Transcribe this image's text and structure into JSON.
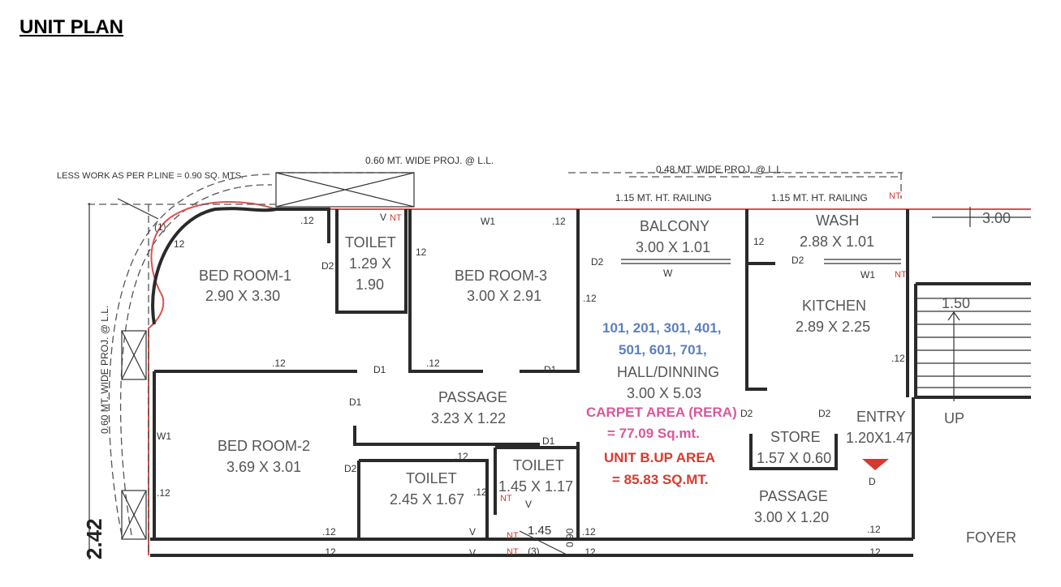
{
  "title": "UNIT PLAN",
  "annotations": {
    "less_work": "LESS WORK AS PER P.LINE = 0.90 SQ. MTS.",
    "proj_top_left": "0.60 MT. WIDE PROJ. @ L.L.",
    "proj_top_right": "0.48 MT. WIDE PROJ. @ L.L.",
    "proj_left": "0.60 MT. WIDE PROJ. @ L.L.",
    "railing_1": "1.15 MT. HT. RAILING",
    "railing_2": "1.15 MT. HT. RAILING",
    "dim_2_42": "2.42",
    "dim_3_00": "3.00",
    "dim_1_50": "1.50",
    "up": "UP"
  },
  "rooms": {
    "bed1": {
      "name": "BED ROOM-1",
      "size": "2.90 X 3.30"
    },
    "toilet1": {
      "name": "TOILET",
      "size_a": "1.29 X",
      "size_b": "1.90"
    },
    "bed3": {
      "name": "BED ROOM-3",
      "size": "3.00 X 2.91"
    },
    "balcony": {
      "name": "BALCONY",
      "size": "3.00 X 1.01"
    },
    "wash": {
      "name": "WASH",
      "size": "2.88 X 1.01"
    },
    "kitchen": {
      "name": "KITCHEN",
      "size": "2.89 X 2.25"
    },
    "hall": {
      "name": "HALL/DINNING",
      "size": "3.00 X 5.03"
    },
    "passage1": {
      "name": "PASSAGE",
      "size": "3.23 X 1.22"
    },
    "bed2": {
      "name": "BED ROOM-2",
      "size": "3.69 X 3.01"
    },
    "toilet2": {
      "name": "TOILET",
      "size": "2.45 X 1.67"
    },
    "toilet3": {
      "name": "TOILET",
      "size": "1.45 X 1.17"
    },
    "store": {
      "name": "STORE",
      "size": "1.57 X 0.60"
    },
    "entry": {
      "name": "ENTRY",
      "size": "1.20X1.47"
    },
    "passage2": {
      "name": "PASSAGE",
      "size": "3.00 X 1.20"
    },
    "foyer": {
      "name": "FOYER"
    }
  },
  "units": {
    "line1": "101, 201, 301, 401,",
    "line2": "501, 601, 701,"
  },
  "areas": {
    "carpet_label": "CARPET AREA (RERA)",
    "carpet_value": "= 77.09 Sq.mt.",
    "builtup_label": "UNIT B.UP AREA",
    "builtup_value": "= 85.83 SQ.MT."
  },
  "doors": {
    "d": "D",
    "d1": "D1",
    "d2": "D2",
    "w": "W",
    "w1": "W1",
    "v": "V",
    "nt": "NT"
  },
  "small_marks": {
    "p12": ".12",
    "p12b": "12",
    "one": "(1)",
    "three": "(3)",
    "dim_1_45": "1.45",
    "dim_0_90": "0.90"
  },
  "colors": {
    "red_outline": "#d9534f",
    "blue_text": "#5b7fc0",
    "pink_text": "#d9579b",
    "red_text": "#d63a2f"
  }
}
